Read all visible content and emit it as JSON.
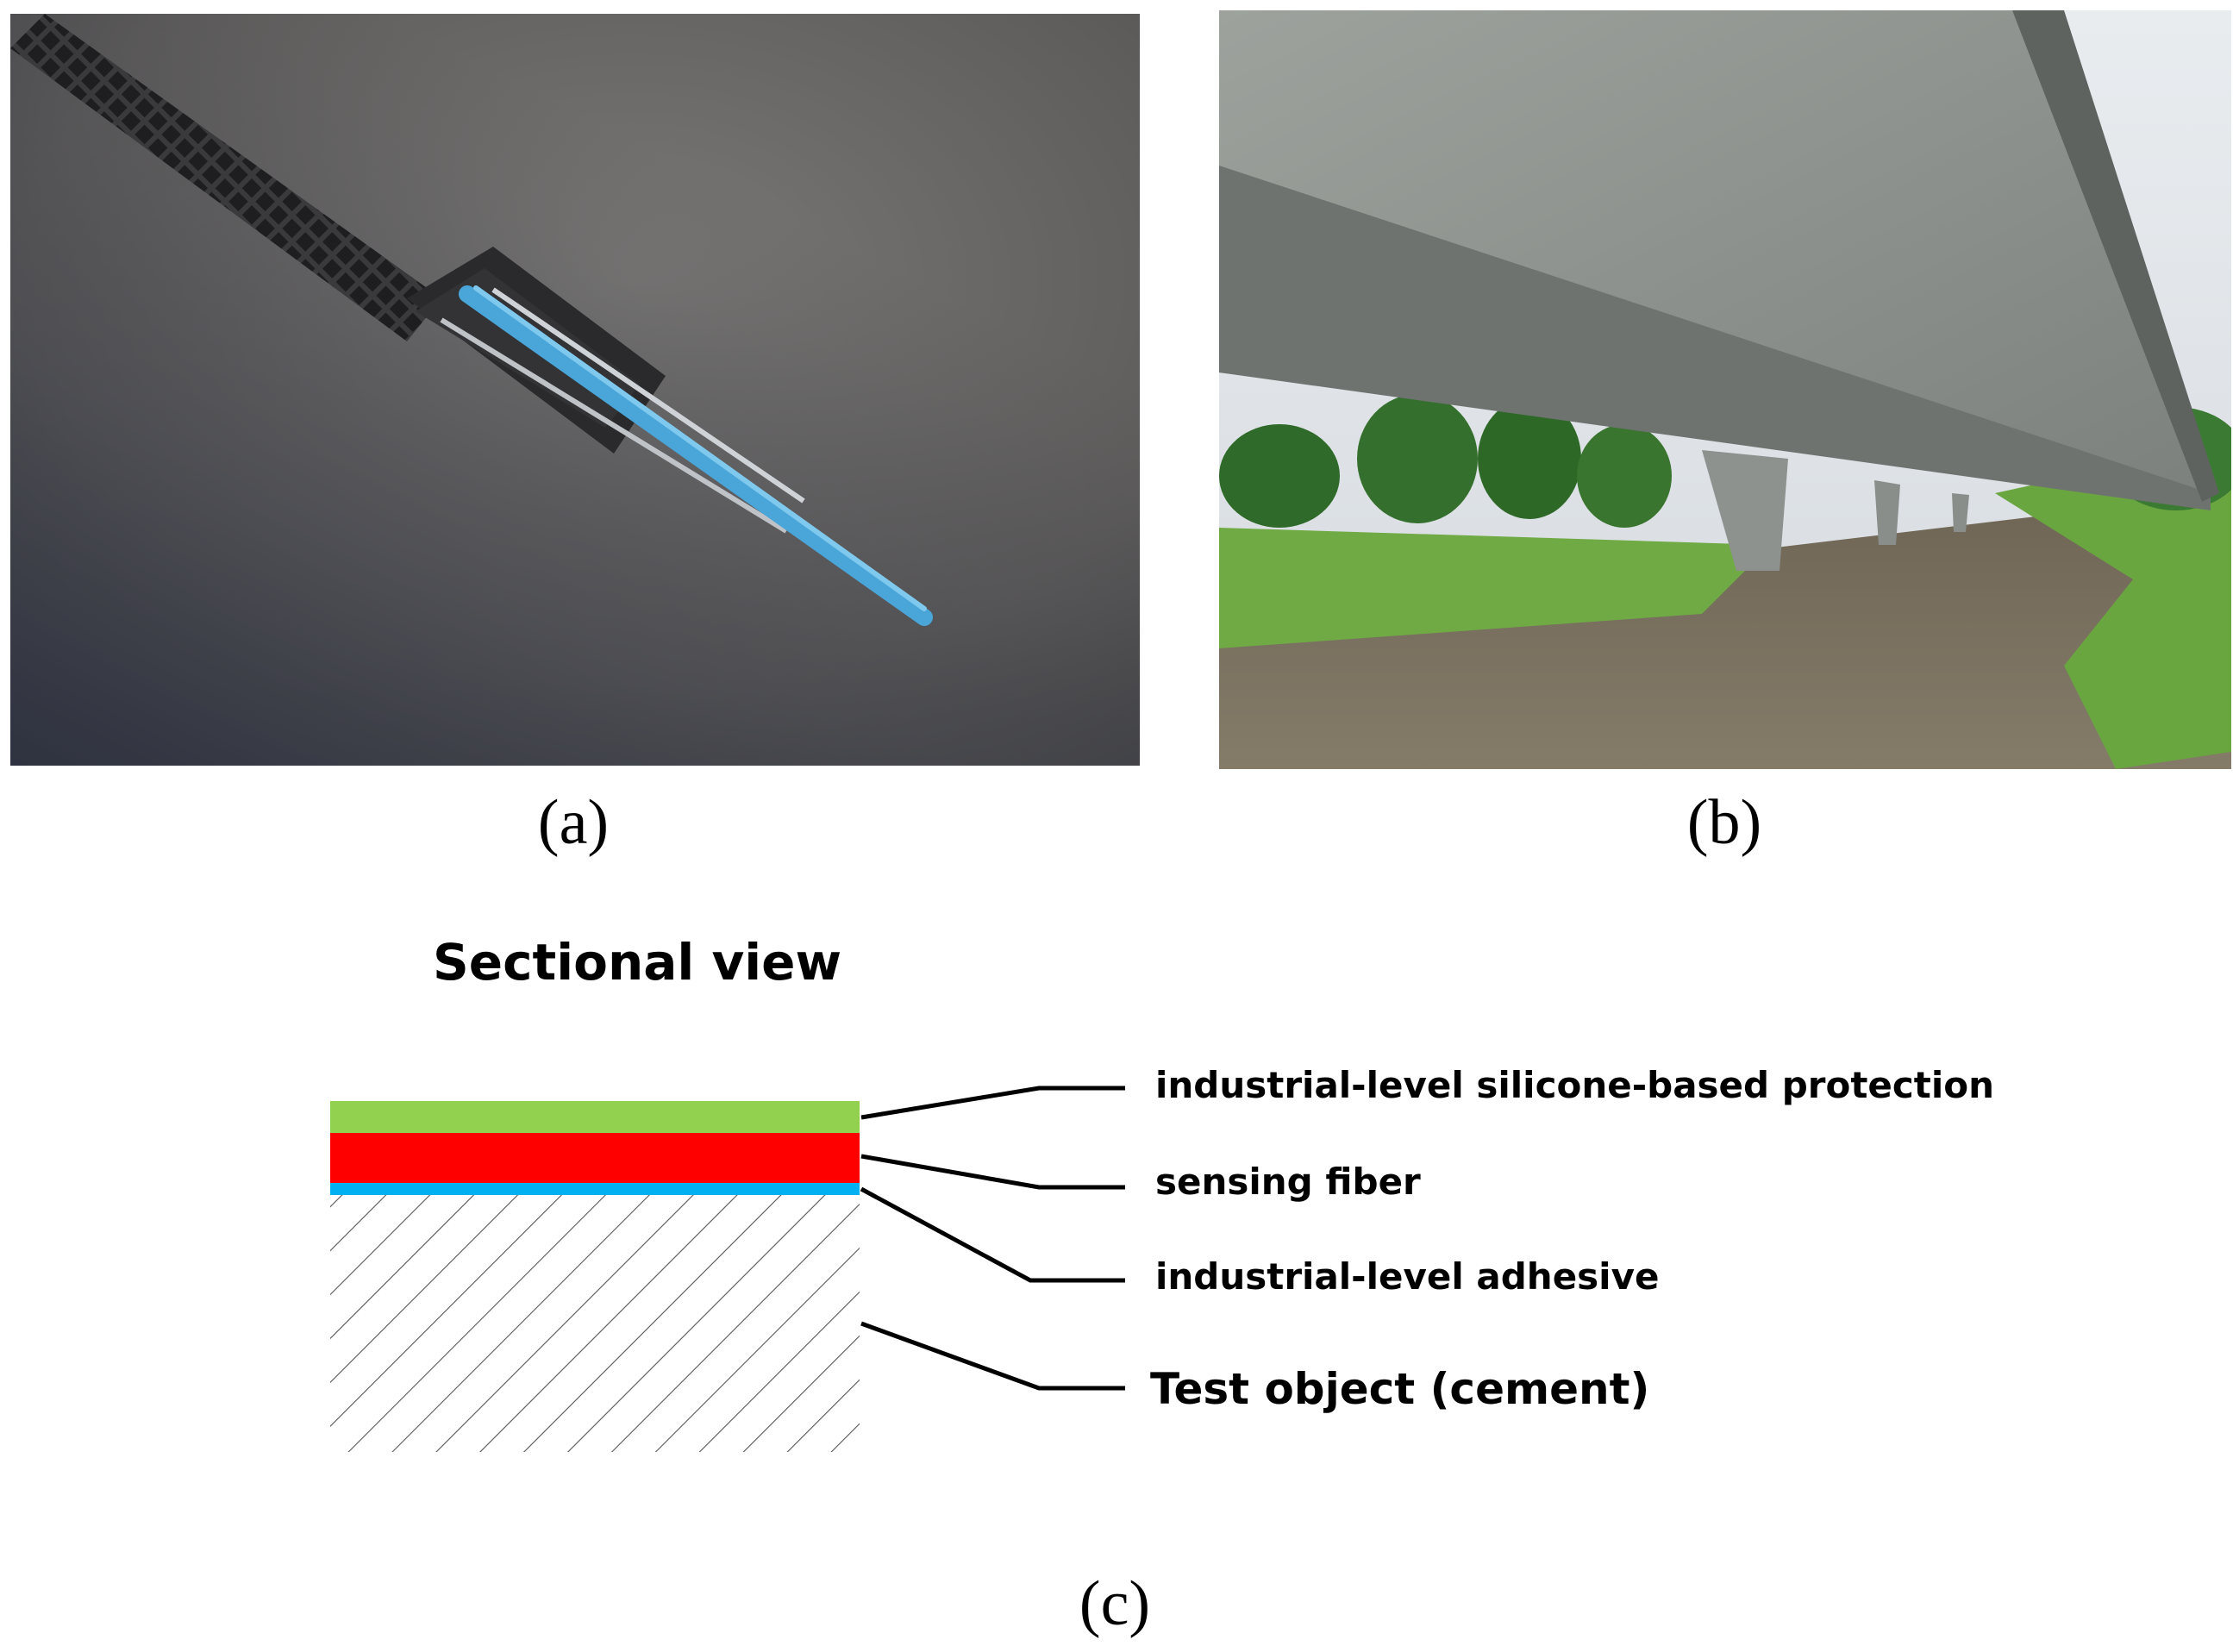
{
  "figure": {
    "panels": [
      {
        "id": "a",
        "caption": "(a)",
        "content": "photo-fiber-sensing-cable"
      },
      {
        "id": "b",
        "caption": "(b)",
        "content": "photo-viaduct-underside"
      },
      {
        "id": "c",
        "caption": "(c)",
        "content": "sectional-diagram"
      }
    ]
  },
  "diagram": {
    "title": "Sectional view",
    "layers": [
      {
        "name": "protection",
        "label": "industrial-level silicone-based protection",
        "color": "#92d050"
      },
      {
        "name": "fiber",
        "label": "sensing fiber",
        "color": "#ff0000"
      },
      {
        "name": "adhesive",
        "label": "industrial-level adhesive",
        "color": "#00b0f0"
      },
      {
        "name": "substrate",
        "label": "Test object (cement)",
        "color": "#ffffff"
      }
    ]
  }
}
